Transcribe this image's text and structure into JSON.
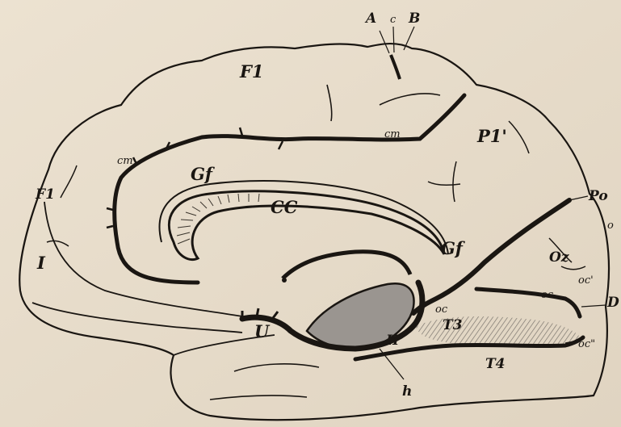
{
  "labels": {
    "A": "A",
    "c": "c",
    "B": "B",
    "F1_top": "F1",
    "cm_right": "cm",
    "P1": "P1'",
    "cm_left": "cm",
    "Gf_top": "Gf",
    "F1_left": "F1",
    "CC": "CC",
    "Po": "Po",
    "o": "o",
    "I": "I",
    "Oz": "Oz",
    "Gf_right": "Gf",
    "oc_prime": "oc'",
    "oc_mid": "oc",
    "D": "D",
    "oc_small": "oc",
    "T3": "T3",
    "U": "U",
    "H": "H",
    "oc_double": "oc\"",
    "T4": "T4",
    "h": "h"
  },
  "colors": {
    "paper": "#e7dccb",
    "ink": "#1a1612",
    "hippocampal_shade": "#9a9590",
    "hatch": "#7a746d"
  }
}
